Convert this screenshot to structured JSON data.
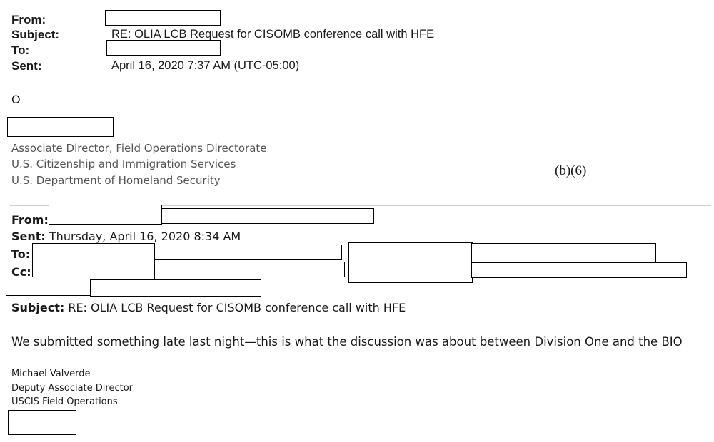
{
  "email_header": {
    "from_label": "From:",
    "subject_label": "Subject:",
    "subject_value": "RE: OLIA LCB Request for CISOMB conference call with HFE",
    "to_label": "To:",
    "sent_label": "Sent:",
    "sent_value": "April 16, 2020 7:37 AM (UTC-05:00)"
  },
  "reply": {
    "body": "O",
    "signature": [
      "Associate Director, Field Operations Directorate",
      "U.S. Citizenship and Immigration Services",
      "U.S. Department of Homeland Security"
    ],
    "exemption": "(b)(6)"
  },
  "quoted": {
    "from_label": "From:",
    "sent_label": "Sent:",
    "sent_value": " Thursday, April 16, 2020 8:34 AM",
    "to_label": "To:",
    "cc_label": "Cc:",
    "subject_label": "Subject:",
    "subject_value": " RE: OLIA LCB Request for CISOMB conference call with HFE",
    "body": "We submitted something late last night—this is what the discussion was about between Division One and the BIO",
    "signature": [
      "Michael Valverde",
      "Deputy Associate Director",
      "USCIS Field Operations"
    ]
  }
}
